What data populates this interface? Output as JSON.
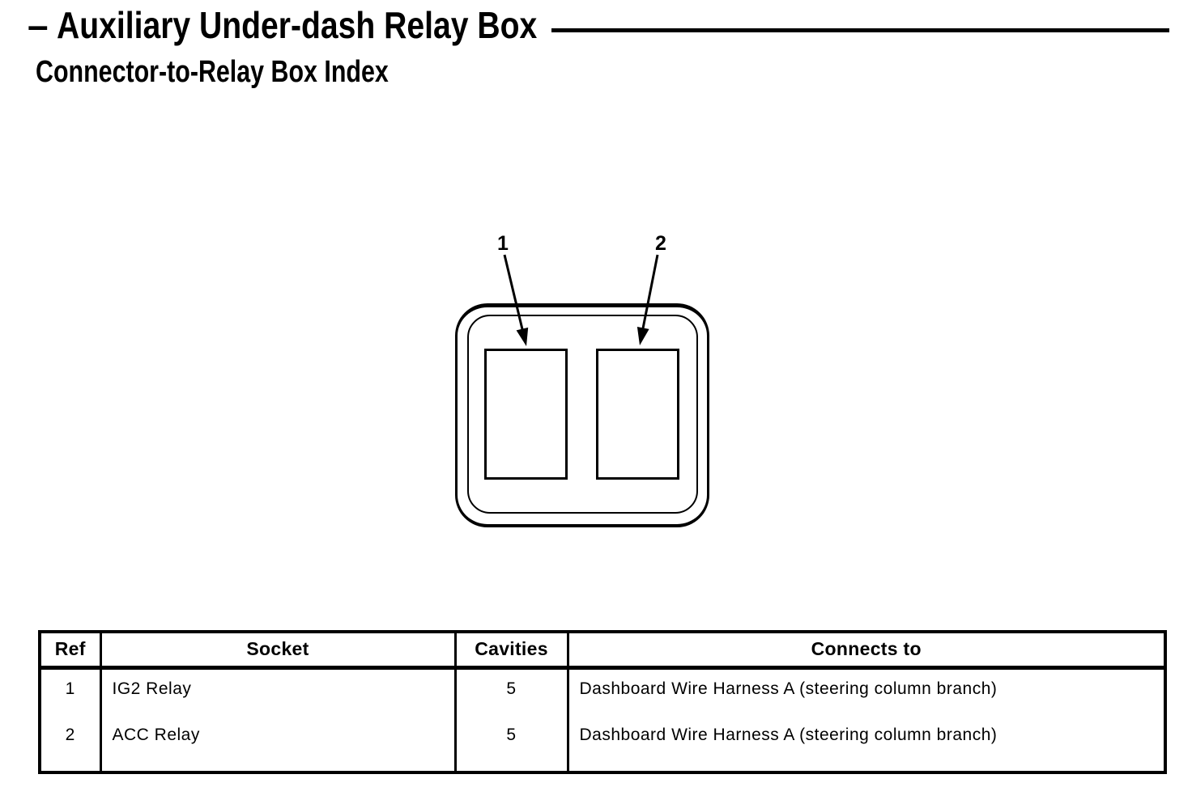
{
  "page": {
    "background": "#ffffff",
    "ink": "#000000"
  },
  "header": {
    "dash": "–",
    "title": "Auxiliary Under-dash Relay Box",
    "subtitle": "Connector-to-Relay Box Index"
  },
  "diagram": {
    "description": "Auxiliary under-dash relay box outline with two relay sockets",
    "labels": [
      {
        "ref": "1"
      },
      {
        "ref": "2"
      }
    ]
  },
  "table": {
    "columns": [
      "Ref",
      "Socket",
      "Cavities",
      "Connects to"
    ],
    "rows": [
      {
        "ref": "1",
        "socket": "IG2 Relay",
        "cavities": "5",
        "connects_to": "Dashboard Wire Harness A (steering column branch)"
      },
      {
        "ref": "2",
        "socket": "ACC Relay",
        "cavities": "5",
        "connects_to": "Dashboard Wire Harness A (steering column branch)"
      }
    ]
  }
}
